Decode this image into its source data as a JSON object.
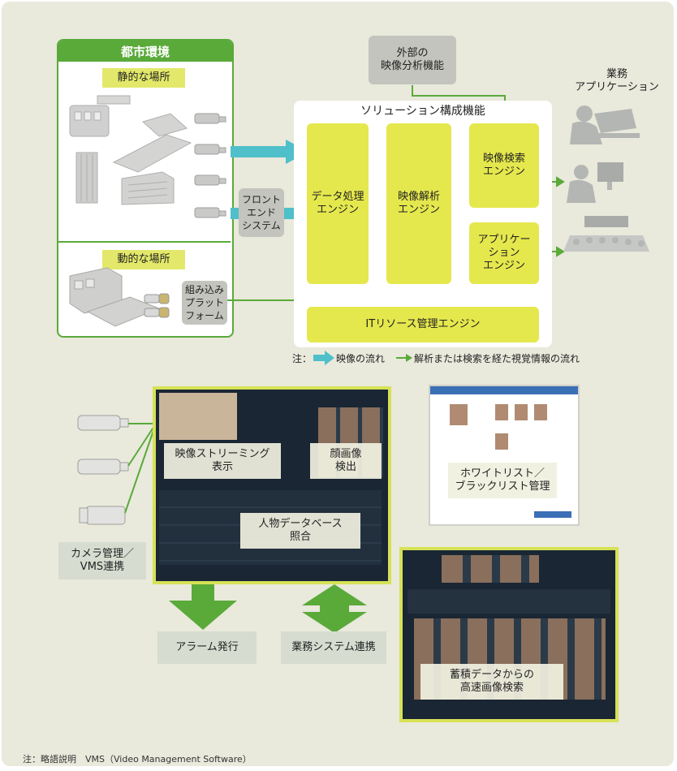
{
  "urban": {
    "title": "都市環境",
    "static_label": "静的な場所",
    "dynamic_label": "動的な場所"
  },
  "external": {
    "label": "外部の\n映像分析機能"
  },
  "apps": {
    "label": "業務\nアプリケーション"
  },
  "solution": {
    "title": "ソリューション構成機能",
    "data_engine": "データ処理\nエンジン",
    "analysis_engine": "映像解析\nエンジン",
    "search_engine": "映像検索\nエンジン",
    "app_engine": "アプリケー\nション\nエンジン",
    "it_engine": "ITリソース管理エンジン"
  },
  "frontend": {
    "label": "フロント\nエンド\nシステム"
  },
  "embedded": {
    "label": "組み込み\nプラット\nフォーム"
  },
  "legend": {
    "prefix": "注：",
    "video_flow": "映像の流れ",
    "info_flow": "解析または検索を経た視覚情報の流れ"
  },
  "bottom": {
    "streaming": "映像ストリーミング\n表示",
    "face_detect": "顔画像\n検出",
    "person_db": "人物データベース\n照合",
    "whitelist": "ホワイトリスト／\nブラックリスト管理",
    "camera_mgmt": "カメラ管理／\nVMS連携",
    "alarm": "アラーム発行",
    "biz_link": "業務システム連携",
    "fast_search": "蓄積データからの\n高速画像検索"
  },
  "footnote": "注：略語説明　VMS（Video Management Software）",
  "colors": {
    "background": "#e9e9dc",
    "green": "#5aaa3a",
    "engine_yellow": "#e5e84d",
    "video_arrow": "#4fbfc9",
    "info_arrow": "#5aaa3a",
    "gray_box": "#c2c4bd"
  }
}
